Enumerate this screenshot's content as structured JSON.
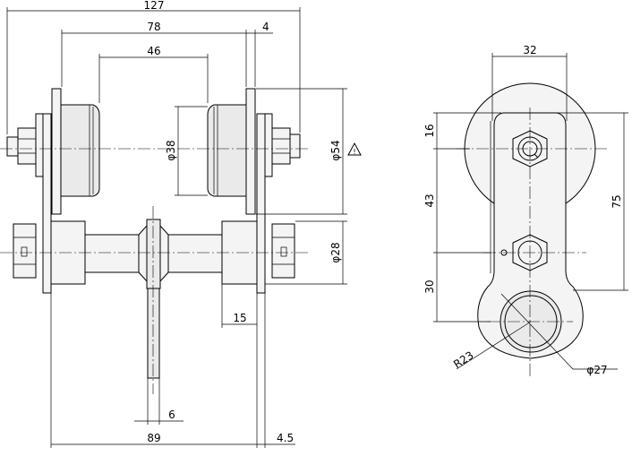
{
  "dimensions": {
    "overall_width": "127",
    "flange_span": "78",
    "plate_gap": "4",
    "wheel_gap": "46",
    "wheel_dia_inner": "φ38",
    "wheel_dia_outer": "φ54",
    "axle_dia": "φ28",
    "axle_offset": "15",
    "hanger_thickness": "6",
    "body_width": "89",
    "plate_thickness": "4.5",
    "plate_width": "32",
    "spacing_top": "16",
    "spacing_mid": "43",
    "spacing_bottom": "30",
    "overall_height": "75",
    "radius": "R23",
    "eye_dia": "φ27"
  },
  "notes": {
    "warning_symbol": "!"
  }
}
